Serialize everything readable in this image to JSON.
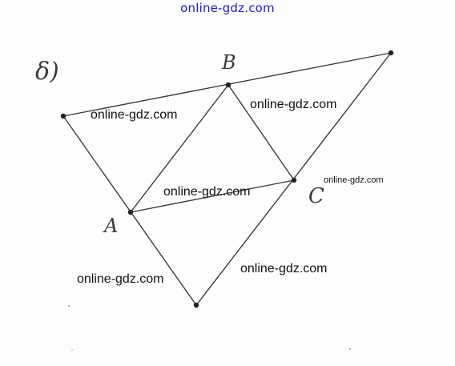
{
  "header": {
    "site_link": "online-gdz.com",
    "link_color": "#1a1ad6"
  },
  "figure": {
    "part_label": "δ)",
    "point_labels": {
      "A": "A",
      "B": "B",
      "C": "C"
    },
    "line_color": "#3b3b3b",
    "point_color": "#222222"
  },
  "watermarks": [
    "online-gdz.com",
    "online-gdz.com",
    "online-gdz.com",
    "online-gdz.com",
    "online-gdz.com",
    "online-gdz.com"
  ]
}
